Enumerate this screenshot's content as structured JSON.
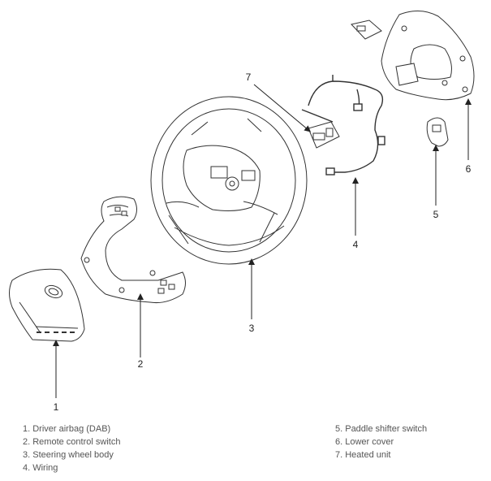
{
  "callouts": {
    "airbag": "1",
    "remote_switch": "2",
    "wheel_body": "3",
    "wiring": "4",
    "paddle_switch": "5",
    "lower_cover": "6",
    "heated_unit": "7"
  },
  "legend": {
    "left": [
      "1. Driver airbag (DAB)",
      "2. Remote control switch",
      "3. Steering wheel body",
      "4. Wiring"
    ],
    "right": [
      "5. Paddle shifter switch",
      "6. Lower cover",
      "7. Heated unit"
    ]
  }
}
